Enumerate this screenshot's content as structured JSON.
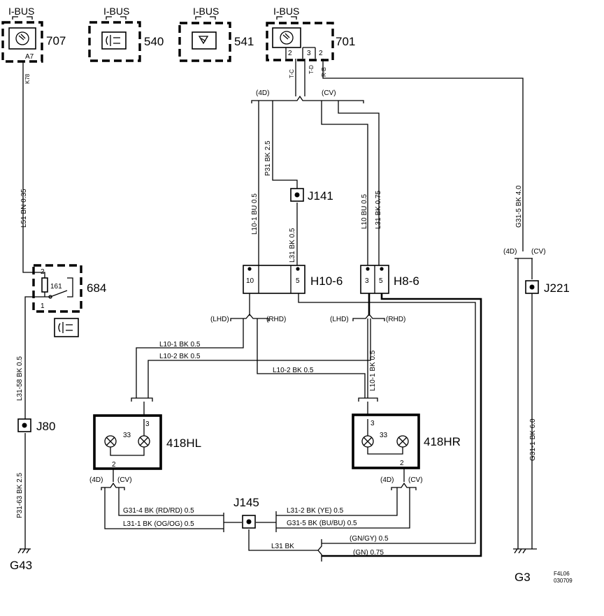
{
  "components": {
    "c707": {
      "id": "707",
      "bus": "I-BUS",
      "pin": "A7"
    },
    "c540": {
      "id": "540",
      "bus": "I-BUS"
    },
    "c541": {
      "id": "541",
      "bus": "I-BUS"
    },
    "c701": {
      "id": "701",
      "bus": "I-BUS",
      "pins": [
        "2",
        "3",
        "2"
      ],
      "wires": [
        "T-C",
        "T-D",
        "R-B"
      ]
    },
    "c684": {
      "id": "684",
      "relay": "161",
      "pins": [
        "2",
        "1"
      ]
    },
    "h10": {
      "id": "H10-6",
      "pins": [
        "10",
        "5"
      ]
    },
    "h8": {
      "id": "H8-6",
      "pins": [
        "3",
        "5"
      ]
    },
    "l418hl": {
      "id": "418HL",
      "num": "33",
      "pins": [
        "3",
        "2"
      ]
    },
    "l418hr": {
      "id": "418HR",
      "num": "33",
      "pins": [
        "3",
        "2"
      ]
    }
  },
  "junctions": {
    "j141": "J141",
    "j80": "J80",
    "j221": "J221",
    "j145": "J145"
  },
  "grounds": {
    "g43": "G43",
    "g3": "G3"
  },
  "variants": {
    "d4": "(4D)",
    "cv": "(CV)",
    "lhd": "(LHD)",
    "rhd": "(RHD)"
  },
  "wires": {
    "k78": "K78",
    "l51": "L51 BN  0.35",
    "l31_58": "L31-58  BK  0.5",
    "p31_63": "P31-63  BK  2.5",
    "p31": "P31  BK  2.5",
    "l10_1_bu": "L10-1  BU  0.5",
    "l31_h10": "L31  BK  0.5",
    "l10_bu": "L10  BU  0.5",
    "l31_075": "L31  BK  0.75",
    "g31_5_4": "G31-5  BK  4.0",
    "g31_1_6": "G31-1  BK  6.0",
    "l10_1_bk_a": "L10-1  BK  0.5",
    "l10_2_bk_a": "L10-2  BK  0.5",
    "l10_2_bk_b": "L10-2  BK  0.5",
    "l10_1_bk_b": "L10-1  BK  0.5",
    "g31_4": "G31-4  BK  (RD/RD)  0.5",
    "l31_1": "L31-1  BK  (OG/OG)  0.5",
    "l31_2": "L31-2  BK  (YE)  0.5",
    "g31_5": "G31-5  BK  (BU/BU)  0.5",
    "l31_bk": "L31  BK",
    "gn_gy": "(GN/GY)  0.5",
    "gn": "(GN)  0.75"
  },
  "footer": {
    "code": "F4L06",
    "date": "030709"
  }
}
